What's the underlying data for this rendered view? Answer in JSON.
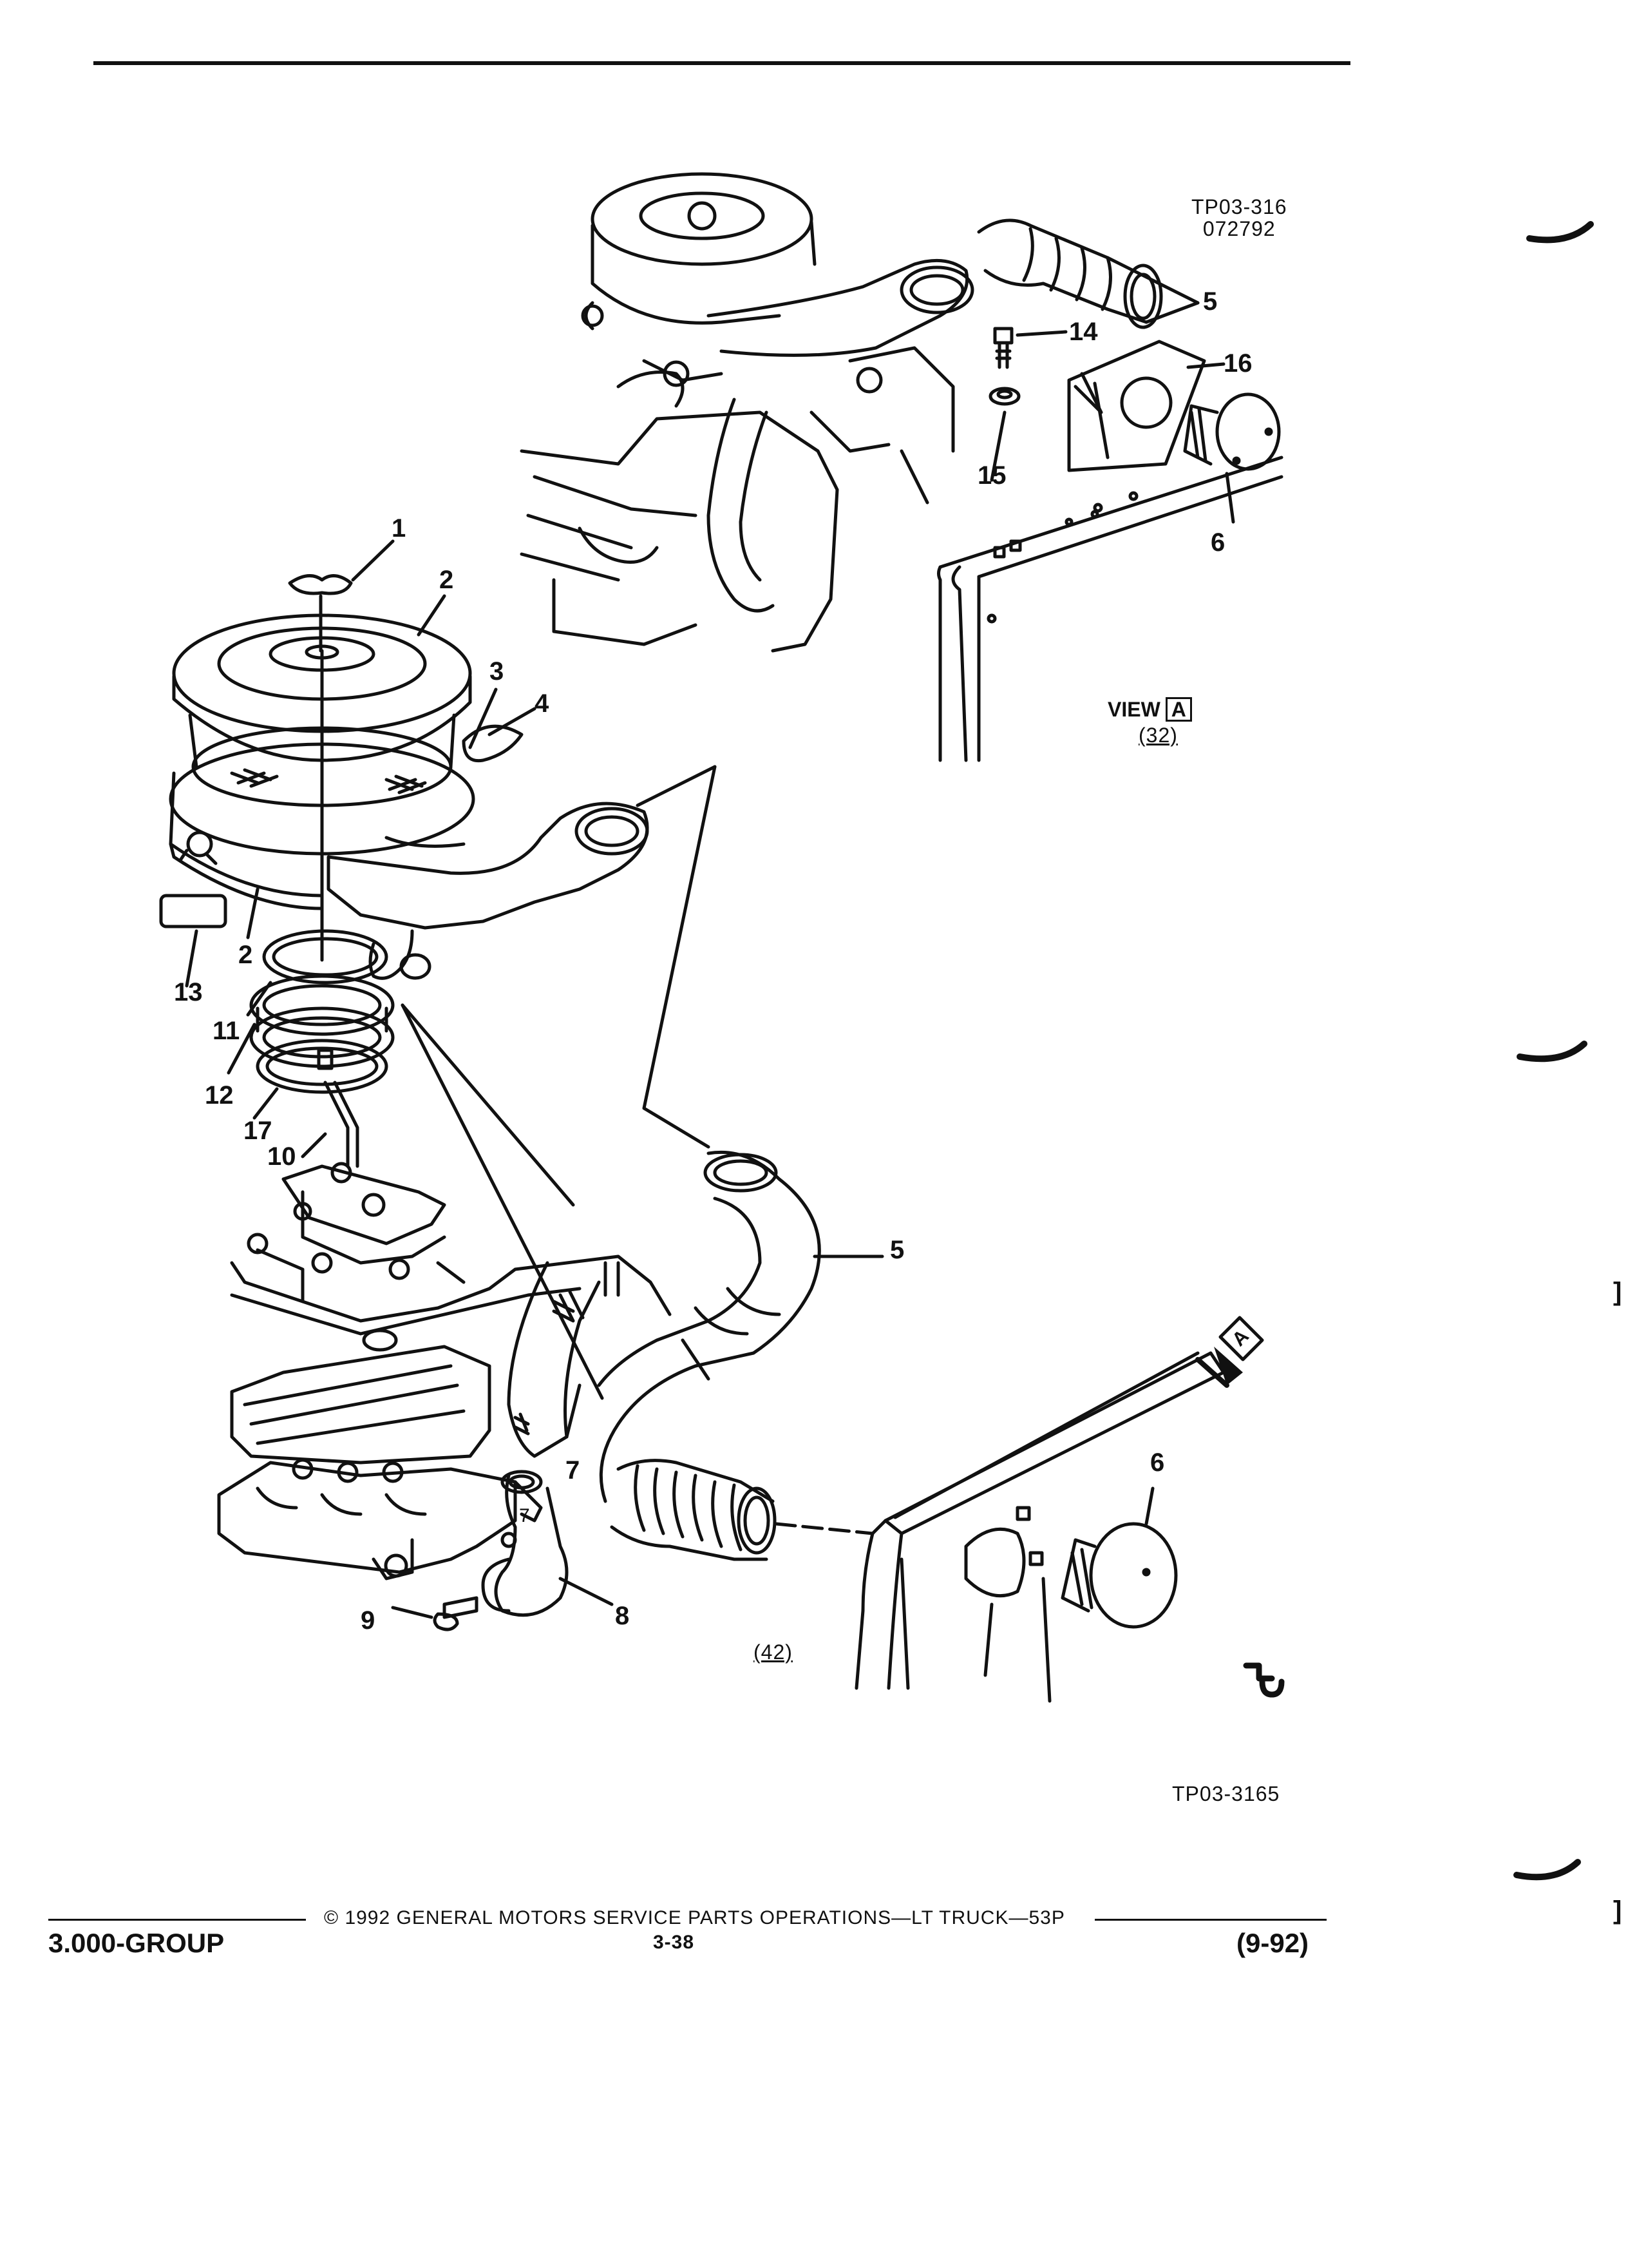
{
  "figure_codes": {
    "top_code_line1": "TP03-316",
    "top_code_line2": "072792",
    "bottom_code": "TP03-3165"
  },
  "view": {
    "label": "VIEW",
    "box_letter": "A",
    "ref": "(32)",
    "arrow_letter": "A"
  },
  "ref_42": "(42)",
  "callouts_top": [
    "5",
    "14",
    "16",
    "15",
    "6"
  ],
  "callouts_main": [
    "1",
    "2",
    "3",
    "4",
    "2",
    "13",
    "11",
    "12",
    "17",
    "10",
    "5",
    "7",
    "8",
    "9",
    "6",
    "7"
  ],
  "logo": "GM-SPO mark",
  "footer": {
    "group": "3.000-GROUP",
    "copyright": "© 1992 GENERAL MOTORS SERVICE PARTS OPERATIONS—LT TRUCK—53P",
    "page": "3-38",
    "date": "(9-92)"
  },
  "colors": {
    "ink": "#111111",
    "paper": "#ffffff"
  }
}
